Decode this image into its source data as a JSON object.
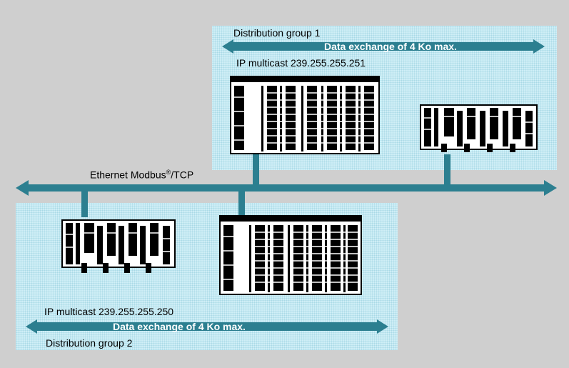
{
  "colors": {
    "background": "#cfcfcf",
    "zone": "#cfeef6",
    "bus": "#2c7f90",
    "exchange_text": "#ffffff"
  },
  "group1": {
    "name": "Distribution group 1",
    "exchange": "Data exchange of 4 Ko max.",
    "multicast": "IP multicast 239.255.255.251"
  },
  "group2": {
    "name": "Distribution group 2",
    "exchange": "Data exchange of 4 Ko max.",
    "multicast": "IP multicast 239.255.255.250"
  },
  "network": {
    "label_main": "Ethernet Modbus",
    "label_reg": "®",
    "label_tail": "/TCP"
  },
  "devices": [
    {
      "kind": "large-rack-icon"
    },
    {
      "kind": "compact-plc-icon"
    },
    {
      "kind": "compact-plc-icon"
    },
    {
      "kind": "large-rack-icon"
    }
  ]
}
